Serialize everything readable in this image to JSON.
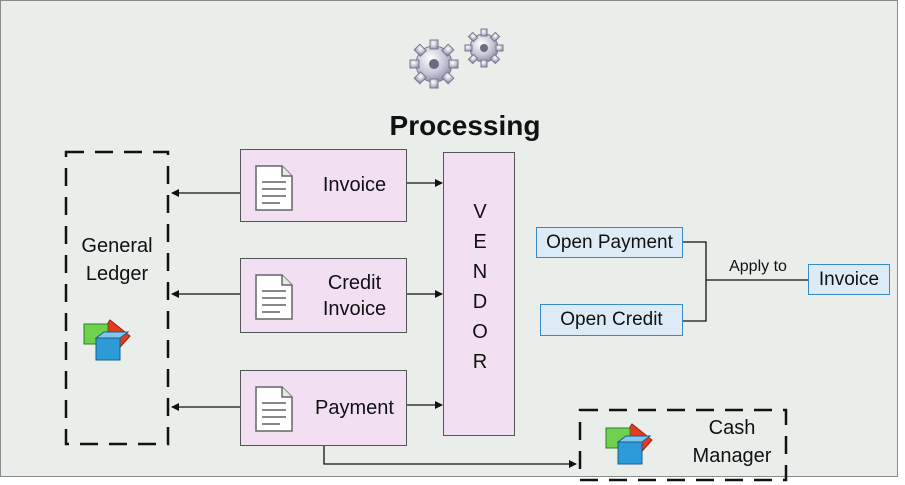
{
  "title": "Processing",
  "general_ledger": {
    "label": "General\nLedger"
  },
  "documents": {
    "invoice": "Invoice",
    "credit_invoice": "Credit\nInvoice",
    "payment": "Payment"
  },
  "vendor": {
    "letters": [
      "V",
      "E",
      "N",
      "D",
      "O",
      "R"
    ]
  },
  "apply": {
    "open_payment": "Open Payment",
    "open_credit": "Open Credit",
    "apply_to": "Apply to",
    "target_invoice": "Invoice"
  },
  "cash_manager": {
    "label": "Cash\nManager"
  },
  "icons": {
    "gears": "gears-icon",
    "document": "document-icon",
    "shapes": "shapes-icon"
  },
  "colors": {
    "panel_bg": "#eaeeeb",
    "doc_fill": "#f2dff2",
    "blue_fill": "#dcebf6",
    "blue_border": "#3c8ac4"
  }
}
